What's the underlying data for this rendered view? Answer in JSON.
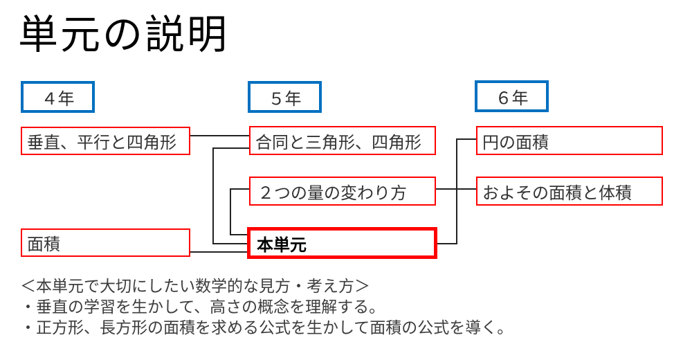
{
  "title": "単元の説明",
  "colors": {
    "grade_border": "#0070C0",
    "topic_border": "#FF0000",
    "connector": "#222222"
  },
  "grades": [
    {
      "label": "４年"
    },
    {
      "label": "５年"
    },
    {
      "label": "６年"
    }
  ],
  "topics": {
    "g4_row1": "垂直、平行と四角形",
    "g5_row1": "合同と三角形、四角形",
    "g6_row1": "円の面積",
    "g5_row2": "２つの量の変わり方",
    "g6_row2": "およその面積と体積",
    "g4_row3": "面積",
    "current_unit": "本単元"
  },
  "notes": {
    "heading": "＜本単元で大切にしたい数学的な見方・考え方＞",
    "bullets": [
      "・垂直の学習を生かして、高さの概念を理解する。",
      "・正方形、長方形の面積を求める公式を生かして面積の公式を導く。"
    ]
  }
}
